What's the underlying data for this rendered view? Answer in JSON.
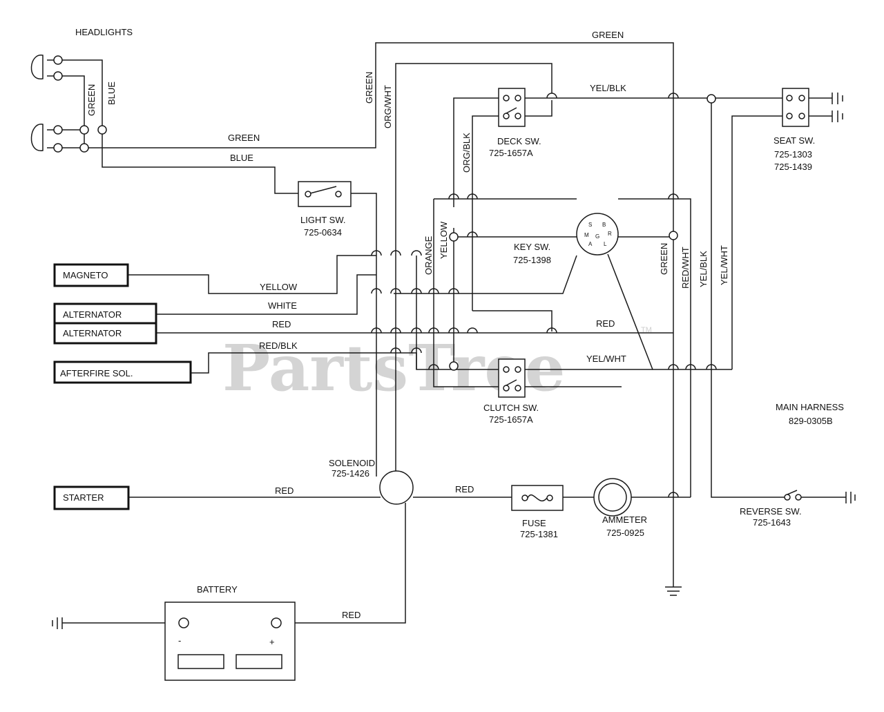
{
  "watermark": {
    "text": "PartsTree",
    "tm": "TM"
  },
  "components": {
    "headlights": "HEADLIGHTS",
    "magneto": "MAGNETO",
    "alternator_1": "ALTERNATOR",
    "alternator_2": "ALTERNATOR",
    "afterfire": "AFTERFIRE SOL.",
    "starter": "STARTER",
    "battery": "BATTERY",
    "battery_minus": "-",
    "battery_plus": "+",
    "light_sw": {
      "name": "LIGHT SW.",
      "part": "725-0634"
    },
    "deck_sw": {
      "name": "DECK SW.",
      "part": "725-1657A"
    },
    "seat_sw": {
      "name": "SEAT SW.",
      "part1": "725-1303",
      "part2": "725-1439"
    },
    "key_sw": {
      "name": "KEY SW.",
      "part": "725-1398",
      "terminals": [
        "S",
        "B",
        "M",
        "A",
        "G",
        "R",
        "L"
      ]
    },
    "clutch_sw": {
      "name": "CLUTCH SW.",
      "part": "725-1657A"
    },
    "main_harness": {
      "name": "MAIN HARNESS",
      "part": "829-0305B"
    },
    "solenoid": {
      "name": "SOLENOID",
      "part": "725-1426"
    },
    "fuse": {
      "name": "FUSE",
      "part": "725-1381"
    },
    "ammeter": {
      "name": "AMMETER",
      "part": "725-0925"
    },
    "reverse_sw": {
      "name": "REVERSE SW.",
      "part": "725-1643"
    }
  },
  "wire_labels": {
    "green_top": "GREEN",
    "green_headlight_v": "GREEN",
    "blue_headlight_v": "BLUE",
    "green_h": "GREEN",
    "blue_h": "BLUE",
    "green_v_top": "GREEN",
    "org_wht_v": "ORG/WHT",
    "yel_blk_top": "YEL/BLK",
    "org_blk_v": "ORG/BLK",
    "orange_v": "ORANGE",
    "yellow_v": "YELLOW",
    "green_v_right": "GREEN",
    "red_wht_v": "RED/WHT",
    "yel_blk_v": "YEL/BLK",
    "yel_wht_v": "YEL/WHT",
    "yellow_h": "YELLOW",
    "white_h": "WHITE",
    "red_h": "RED",
    "red_blk_h": "RED/BLK",
    "red_right": "RED",
    "yel_wht_h": "YEL/WHT",
    "red_starter": "RED",
    "red_fuse": "RED",
    "red_battery": "RED"
  }
}
